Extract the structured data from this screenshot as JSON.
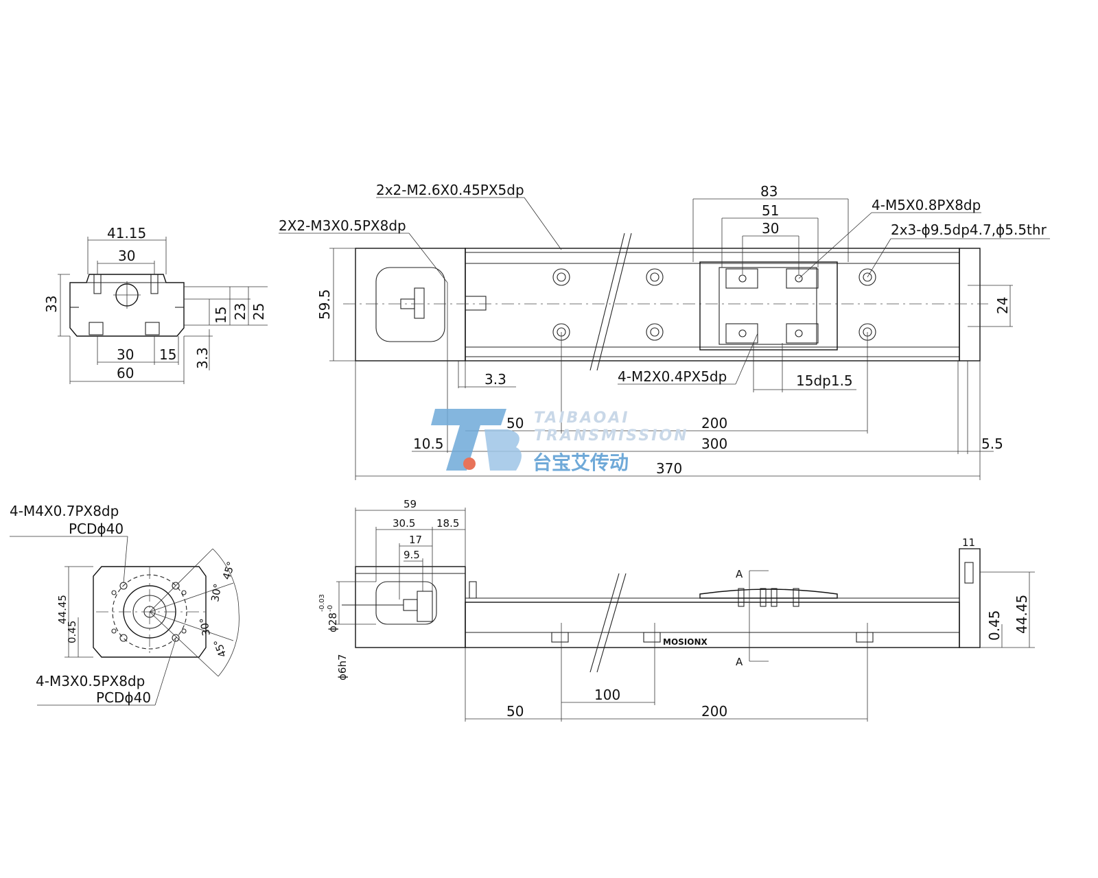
{
  "front_view": {
    "width_total": "41.15",
    "bolt_spacing_top": "30",
    "height_total": "33",
    "h_15": "15",
    "h_23": "23",
    "h_25": "25",
    "bottom_30": "30",
    "bottom_15": "15",
    "base_3_3": "3.3",
    "base_width": "60"
  },
  "top_view": {
    "hole_m26": "2x2-M2.6X0.45PX5dp",
    "hole_m3": "2X2-M3X0.5PX8dp",
    "carriage_83": "83",
    "carriage_51": "51",
    "carriage_30": "30",
    "hole_m5": "4-M5X0.8PX8dp",
    "hole_cb": "2x3-ϕ9.5dp4.7,ϕ5.5thr",
    "height_59_5": "59.5",
    "rail_24": "24",
    "offset_3_3": "3.3",
    "hole_m2": "4-M2X0.4PX5dp",
    "pin_15dp": "15dp1.5",
    "d_50": "50",
    "d_200": "200",
    "d_10_5": "10.5",
    "d_300": "300",
    "d_5_5": "5.5",
    "d_370": "370"
  },
  "flange_view": {
    "hole_m4": "4-M4X0.7PX8dp",
    "pcd_top": "PCDϕ40",
    "h_44_45": "44.45",
    "h_0_45": "0.45",
    "ang_45a": "45°",
    "ang_30a": "30°",
    "ang_30b": "30°",
    "ang_45b": "45°",
    "hole_m3": "4-M3X0.5PX8dp",
    "pcd_bottom": "PCDϕ40"
  },
  "side_view": {
    "d_59": "59",
    "d_30_5": "30.5",
    "d_18_5": "18.5",
    "d_17": "17",
    "d_9_5": "9.5",
    "d_11": "11",
    "dia_28": "ϕ28",
    "tol_28": "-0.03",
    "tol_28b": "-0",
    "dia_6h7": "ϕ6h7",
    "section_a": "A",
    "section_a2": "A",
    "h_0_45": "0.45",
    "h_44_45": "44.45",
    "d_100": "100",
    "d_50": "50",
    "d_200": "200",
    "brand_label": "MOSIONX"
  },
  "watermark": {
    "en_line1": "TAIBAOAI",
    "en_line2": "TRANSMISSION",
    "cn": "台宝艾传动",
    "logo_color": "#6fa9d8",
    "dot_color": "#e8735a"
  }
}
